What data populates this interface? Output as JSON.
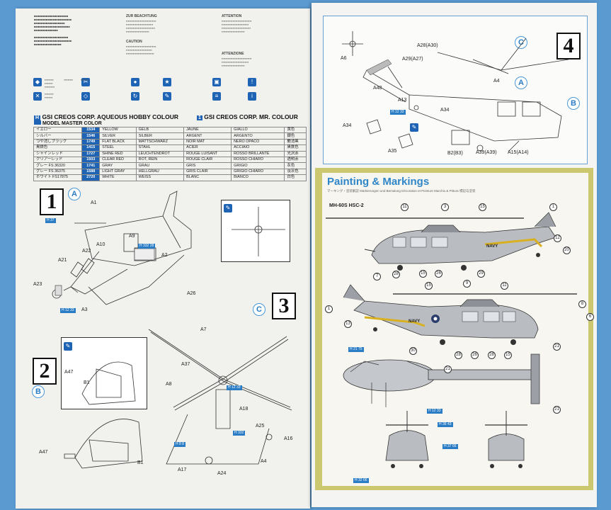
{
  "left_page": {
    "paint_legend": {
      "hobby_header": "GSI CREOS CORP. AQUEOUS HOBBY COLOUR",
      "mr_header": "GSI CREOS CORP. MR. COLOUR",
      "model_master_header": "MODEL MASTER COLOR",
      "rows": [
        {
          "jp": "イエロー",
          "code": "1534",
          "en": "YELLOW",
          "de": "GELB",
          "fr": "JAUNE",
          "it": "GIALLO",
          "kanji": "黄色"
        },
        {
          "jp": "シルバー",
          "code": "1546",
          "en": "SILVER",
          "de": "SILBER",
          "fr": "ARGENT",
          "it": "ARGENTO",
          "kanji": "銀色"
        },
        {
          "jp": "つや消しブラック",
          "code": "1749",
          "en": "FLAT BLACK",
          "de": "MATTSCHWARZ",
          "fr": "NOIR MAT",
          "it": "NERO OPACO",
          "kanji": "艶消黒"
        },
        {
          "jp": "黒鉄色",
          "code": "1415",
          "en": "STEEL",
          "de": "STAHL",
          "fr": "ACIER",
          "it": "ACCIAIO",
          "kanji": "黒鉄色"
        },
        {
          "jp": "シャインレッド",
          "code": "1727",
          "en": "SHINE RED",
          "de": "LEUCHTENDROT",
          "fr": "ROUGE LUISANT",
          "it": "ROSSO BRILLANTE",
          "kanji": "光沢赤"
        },
        {
          "jp": "クリアーレッド",
          "code": "1503",
          "en": "CLEAR RED",
          "de": "ROT, REIN",
          "fr": "ROUGE CLAIR",
          "it": "ROSSO CHIARO",
          "kanji": "透明赤"
        },
        {
          "jp": "グレー FS 36320",
          "code": "1741",
          "en": "GRAY",
          "de": "GRAU",
          "fr": "GRIS",
          "it": "GRIGIO",
          "kanji": "灰色"
        },
        {
          "jp": "グレー FS 36375",
          "code": "1588",
          "en": "LIGHT GRAY",
          "de": "HELLGRAU",
          "fr": "GRIS CLAIR",
          "it": "GRIGIO CHIARO",
          "kanji": "淡灰色"
        },
        {
          "jp": "ホワイト FS17875",
          "code": "2720",
          "en": "WHITE",
          "de": "WEISS",
          "fr": "BLANC",
          "it": "BIANCO",
          "kanji": "白色"
        }
      ]
    },
    "step1": {
      "number": "1",
      "circle": "A",
      "labels": [
        "A1",
        "A9",
        "A10",
        "A22",
        "A21",
        "A2",
        "A23",
        "A3",
        "A26"
      ],
      "tags": [
        "H 37",
        "H 12 33",
        "H 332 28"
      ]
    },
    "step2": {
      "number": "2",
      "circle": "B",
      "labels": [
        "A47",
        "B1",
        "A47",
        "B1"
      ]
    },
    "step3": {
      "number": "3",
      "circle": "C",
      "labels": [
        "A7",
        "A37",
        "A8",
        "A18",
        "A25",
        "A16",
        "A17",
        "A24",
        "A4"
      ],
      "tags": [
        "H 12 33",
        "H 8 8",
        "H 332"
      ]
    },
    "section_titles": [
      "ZUR BEACHTUNG",
      "CAUTION",
      "ATTENTION",
      "ATTENZIONE"
    ]
  },
  "right_page": {
    "step4": {
      "number": "4",
      "circles": [
        "C",
        "A",
        "B"
      ],
      "labels": [
        "A6",
        "A28(A30)",
        "A29(A27)",
        "A4",
        "A48",
        "A13",
        "A34",
        "A34",
        "A35",
        "B2(B3)",
        "A39(A39)",
        "A15(A14)"
      ],
      "tags": [
        "H 12 33"
      ]
    },
    "painting": {
      "title": "Painting & Markings",
      "subtitle": "マーキング・塗装解説   Markierungen und Bemalung   Décoration et Peinture   Marchio & Pittura   標記与塗装",
      "model": "MH-60S HSC-2",
      "callouts_side1": [
        "11",
        "3",
        "15",
        "1",
        "12",
        "20",
        "7",
        "28",
        "15",
        "26",
        "29",
        "9"
      ],
      "callouts_side2": [
        "1",
        "15",
        "11",
        "13",
        "6",
        "8",
        "30",
        "28",
        "26",
        "28",
        "15"
      ],
      "callouts_top": [
        "21",
        "21",
        "21"
      ],
      "tags": [
        "H 21 75",
        "H 12 33",
        "H 36 43",
        "H 37 66",
        "H 32 66"
      ],
      "navy_marking": "NAVY"
    }
  },
  "colors": {
    "page_bg": "#5a9ad0",
    "accent_blue": "#2f86c8",
    "code_blue": "#1e63b4",
    "frame_olive": "#cbc870"
  }
}
